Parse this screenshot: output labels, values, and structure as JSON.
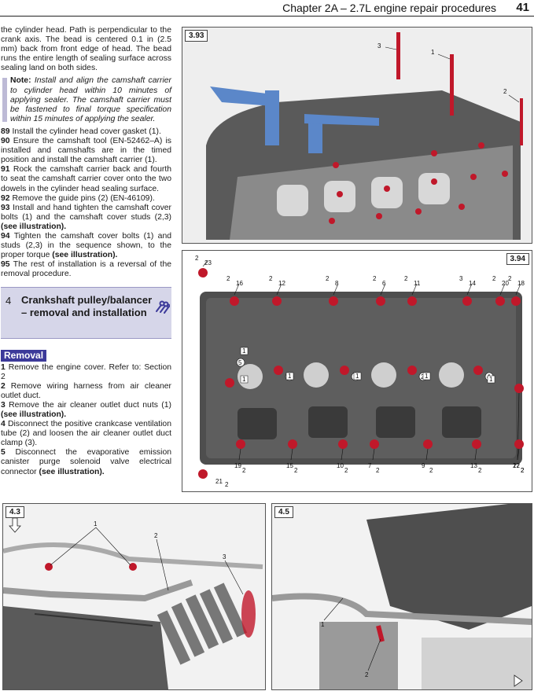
{
  "header": {
    "title": "Chapter 2A – 2.7L engine repair procedures",
    "page": "41"
  },
  "text": {
    "intro": "the cylinder head. Path is perpendicular to the crank axis. The bead is centered 0.1 in (2.5 mm) back from front edge of head. The bead runs the entire length of sealing surface across sealing land on both sides.",
    "note_label": "Note:",
    "note_body": "Install and align the camshaft carrier to cylinder head within 10 minutes of applying sealer. The camshaft carrier must be fastened to final torque specification within 15 minutes of applying the sealer.",
    "steps_a": [
      {
        "num": "89",
        "text": "Install the cylinder head cover gasket (1).",
        "ref": ""
      },
      {
        "num": "90",
        "text": "Ensure the camshaft tool (EN-52462–A) is installed and camshafts are in the timed position and install the camshaft carrier (1).",
        "ref": ""
      },
      {
        "num": "91",
        "text": "Rock the camshaft carrier back and fourth to seat the camshaft carrier cover onto the two dowels in the cylinder head sealing surface.",
        "ref": ""
      },
      {
        "num": "92",
        "text": "Remove the guide pins (2) (EN-46109).",
        "ref": ""
      },
      {
        "num": "93",
        "text": "Install and hand tighten the camshaft cover bolts (1) and the camshaft cover studs (2,3)",
        "ref": "(see illustration)."
      },
      {
        "num": "94",
        "text": "Tighten the camshaft cover bolts (1) and studs (2,3) in the sequence shown, to the proper torque",
        "ref": "(see illustration)."
      },
      {
        "num": "95",
        "text": "The rest of installation is a reversal of the removal procedure.",
        "ref": ""
      }
    ],
    "section_num": "4",
    "section_title": "Crankshaft pulley/balancer – removal and installation",
    "removal": "Removal",
    "steps_b": [
      {
        "num": "1",
        "text": "Remove the engine cover. Refer to: Section 2",
        "ref": ""
      },
      {
        "num": "2",
        "text": "Remove wiring harness from air cleaner outlet duct.",
        "ref": ""
      },
      {
        "num": "3",
        "text": "Remove the air cleaner outlet duct nuts (1)",
        "ref": "(see illustration)."
      },
      {
        "num": "4",
        "text": "Disconnect the positive crankcase ventilation tube (2) and loosen the air cleaner outlet duct clamp (3).",
        "ref": ""
      },
      {
        "num": "5",
        "text": "Disconnect the evaporative emission canister purge solenoid valve electrical connector",
        "ref": "(see illustration)."
      }
    ]
  },
  "figures": {
    "f393": {
      "label": "3.93",
      "callouts": [
        "3",
        "1",
        "2"
      ]
    },
    "f394": {
      "label": "3.94",
      "top_seq": [
        "23",
        "16",
        "12",
        "8",
        "6",
        "11",
        "14",
        "20",
        "18"
      ],
      "top_parts": [
        "2",
        "2",
        "2",
        "2",
        "2",
        "2",
        "3",
        "2",
        "2"
      ],
      "mid_seq": [
        "5",
        "3",
        "1",
        "2",
        "4"
      ],
      "bottom_seq": [
        "19",
        "15",
        "10",
        "7",
        "9",
        "13",
        "22",
        "17"
      ],
      "bottom_parts": [
        "2",
        "2",
        "2",
        "2",
        "2",
        "2",
        "2",
        "2"
      ],
      "corner_seq": "21",
      "corner_part": "2",
      "ones": [
        "1",
        "1",
        "1",
        "1",
        "1",
        "1"
      ]
    },
    "f43": {
      "label": "4.3",
      "callouts": [
        "1",
        "2",
        "3"
      ]
    },
    "f45": {
      "label": "4.5",
      "callouts": [
        "1",
        "2"
      ]
    }
  }
}
